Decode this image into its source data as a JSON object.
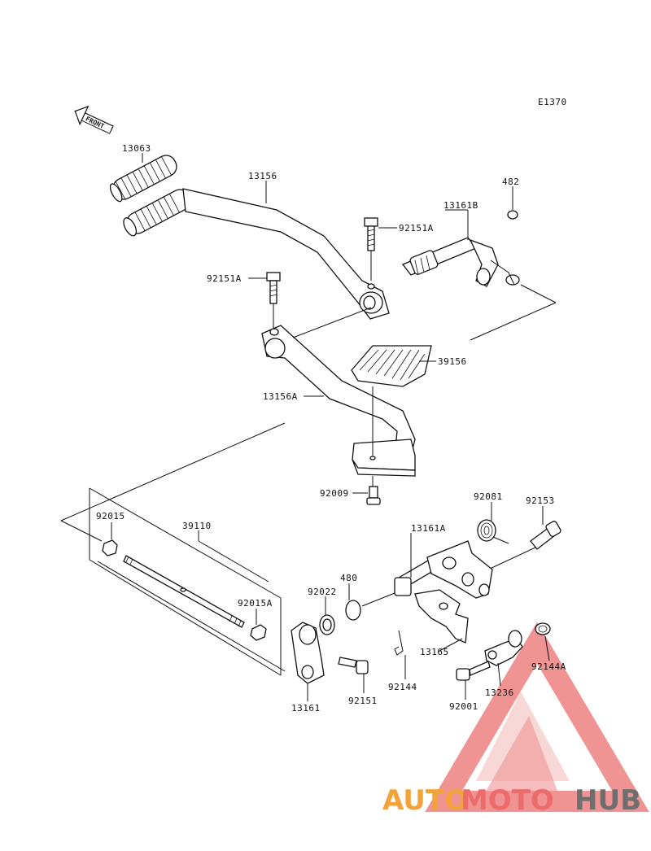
{
  "diagram_code": "E1370",
  "front_label": "FRONT",
  "parts": {
    "grip_rubber": "13063",
    "shift_lever": "13156",
    "shift_lever_b": "13161B",
    "circlip_482": "482",
    "bolt_a_upper": "92151A",
    "bolt_a_left": "92151A",
    "brake_pedal_pad": "39156",
    "lever_a": "13156A",
    "screw": "92009",
    "spring_92081": "92081",
    "pin_92153": "92153",
    "nut_92015": "92015",
    "rod_39110": "39110",
    "shaft_13161a": "13161A",
    "circlip_480": "480",
    "washer_92022": "92022",
    "nut_92015a": "92015A",
    "plate_13165": "13165",
    "spring_92144": "92144",
    "spring_92144a": "92144A",
    "arm_13161": "13161",
    "bolt_92151": "92151",
    "bolt_92001": "92001",
    "guide_13236": "13236"
  },
  "watermark": {
    "word_auto": "AUTO",
    "word_moto": "MOTO",
    "word_hub": "HUB",
    "colors": {
      "auto": "#f2a33a",
      "moto": "#ec6b6b",
      "hub": "#6e6e6e",
      "triangle": "#e23b3b"
    }
  }
}
